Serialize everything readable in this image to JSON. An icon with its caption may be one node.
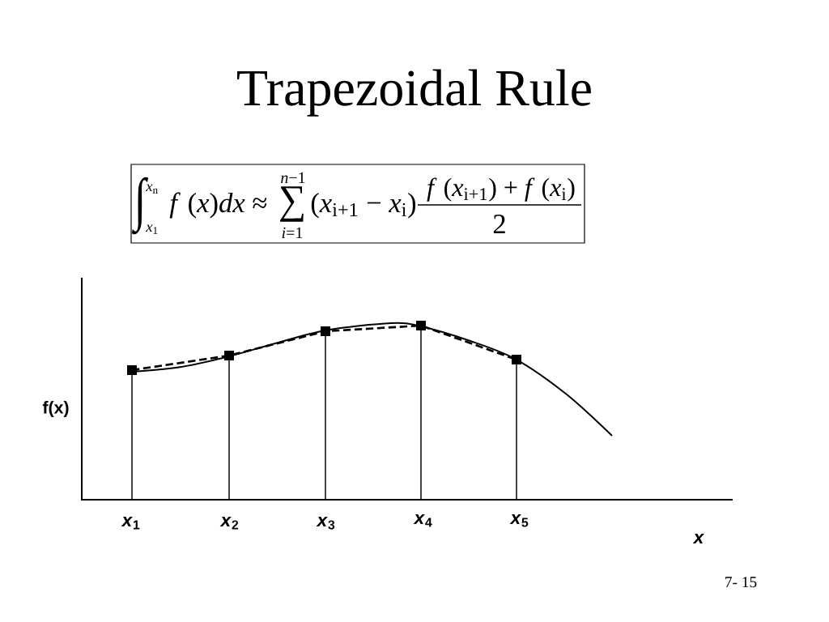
{
  "diagram": {
    "title": "Trapezoidal Rule",
    "nodes": [
      {
        "text": [
          "∫",
          "*x*$_{n}$",
          "*x*$_{1}$",
          "*f* (*x*)*dx* ≈",
          "*n*−1",
          "∑",
          "*i*=1",
          "(*x*$_{i+1}$ − *x*$_{i}$)",
          "*f* (*x*$_{i+1}$) + *f* (*x*$_{i}$)",
          "2"
        ]
      }
    ],
    "labels": [
      "f(x)",
      "*x*$_{1}$",
      "*x*$_{2}$",
      "*x*$_{3}$",
      "*x*$_{4}$",
      "*x*$_{5}$",
      "x",
      "7- 15"
    ]
  }
}
